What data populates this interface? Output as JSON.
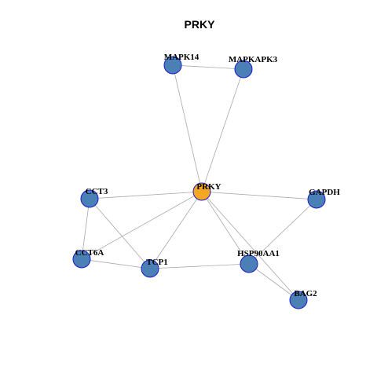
{
  "graph": {
    "title": "PRKY",
    "center": "PRKY",
    "colors": {
      "center_fill": "#f5a623",
      "node_fill": "#4a80b5",
      "node_stroke": "#1a1acc",
      "edge": "#a8a8a8"
    },
    "nodes": [
      {
        "id": "PRKY",
        "label": "PRKY",
        "role": "center"
      },
      {
        "id": "MAPK14",
        "label": "MAPK14",
        "role": "neighbor"
      },
      {
        "id": "MAPKAPK3",
        "label": "MAPKAPK3",
        "role": "neighbor"
      },
      {
        "id": "CCT3",
        "label": "CCT3",
        "role": "neighbor"
      },
      {
        "id": "GAPDH",
        "label": "GAPDH",
        "role": "neighbor"
      },
      {
        "id": "CCT6A",
        "label": "CCT6A",
        "role": "neighbor"
      },
      {
        "id": "TCP1",
        "label": "TCP1",
        "role": "neighbor"
      },
      {
        "id": "HSP90AA1",
        "label": "HSP90AA1",
        "role": "neighbor"
      },
      {
        "id": "BAG2",
        "label": "BAG2",
        "role": "neighbor"
      }
    ],
    "edges": [
      [
        "MAPK14",
        "MAPKAPK3"
      ],
      [
        "MAPK14",
        "PRKY"
      ],
      [
        "MAPKAPK3",
        "PRKY"
      ],
      [
        "CCT3",
        "PRKY"
      ],
      [
        "PRKY",
        "GAPDH"
      ],
      [
        "PRKY",
        "CCT6A"
      ],
      [
        "PRKY",
        "TCP1"
      ],
      [
        "PRKY",
        "HSP90AA1"
      ],
      [
        "PRKY",
        "BAG2"
      ],
      [
        "CCT3",
        "CCT6A"
      ],
      [
        "CCT3",
        "TCP1"
      ],
      [
        "CCT6A",
        "TCP1"
      ],
      [
        "TCP1",
        "HSP90AA1"
      ],
      [
        "GAPDH",
        "HSP90AA1"
      ],
      [
        "HSP90AA1",
        "BAG2"
      ]
    ]
  }
}
